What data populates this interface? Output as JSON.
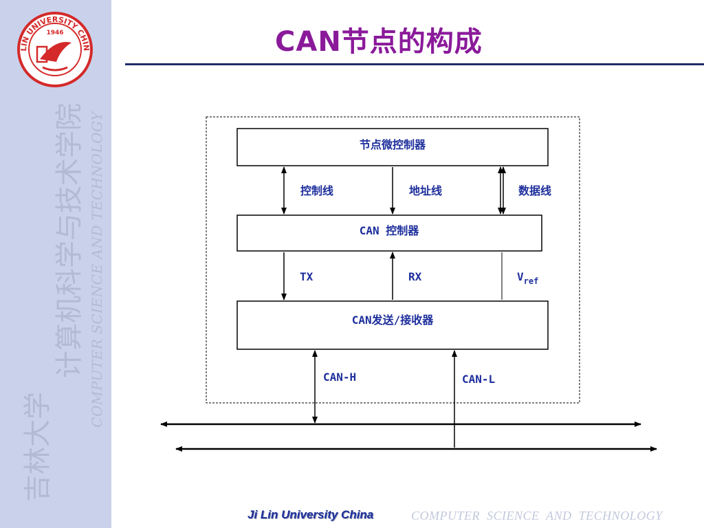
{
  "slide": {
    "title": "CAN节点的构成"
  },
  "sidebar": {
    "logo_icon": "university-seal-icon",
    "logo_text_top": "JILIN UNIVERSITY CHINA",
    "logo_year": "1946",
    "vertical_en": "COMPUTER SCIENCE AND TECHNOLOGY",
    "vertical_cn_dept": "计算机科学与技术学院",
    "vertical_cn_uni": "吉林大学"
  },
  "diagram": {
    "boxes": {
      "mcu": "节点微控制器",
      "controller": "CAN 控制器",
      "transceiver": "CAN发送/接收器"
    },
    "labels": {
      "control_line": "控制线",
      "address_line": "地址线",
      "data_line": "数据线",
      "tx": "TX",
      "rx": "RX",
      "vref_main": "V",
      "vref_sub": "ref",
      "can_h": "CAN-H",
      "can_l": "CAN-L"
    }
  },
  "footer": {
    "university": "Ji Lin University China",
    "department": "COMPUTER  SCIENCE  AND  TECHNOLOGY"
  },
  "colors": {
    "sidebar_bg": "#c9d2ea",
    "title": "#8a1a9a",
    "label_text": "#1e2f9c",
    "seal_red": "#d42a2a"
  }
}
